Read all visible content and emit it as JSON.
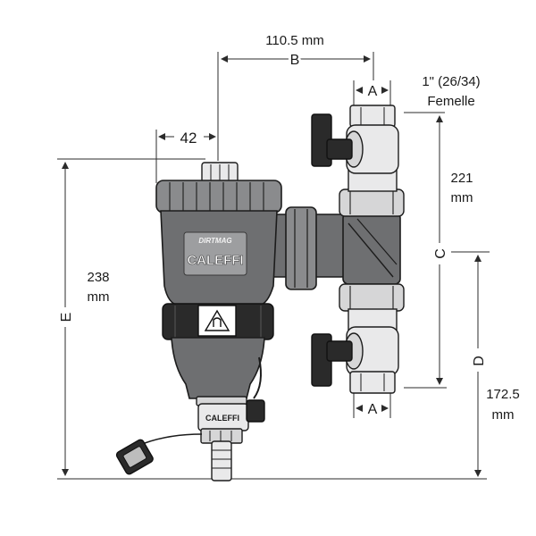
{
  "labels": {
    "dim_b_value": "110.5 mm",
    "dim_b_letter": "B",
    "dim_42": "42",
    "dim_a_top": "A",
    "dim_a_bottom": "A",
    "conn_line1": "1\" (26/34)",
    "conn_line2": "Femelle",
    "dim_221_line1": "221",
    "dim_221_line2": "mm",
    "dim_c": "C",
    "dim_238_line1": "238",
    "dim_238_line2": "mm",
    "dim_e": "E",
    "dim_d": "D",
    "dim_1725_line1": "172.5",
    "dim_1725_line2": "mm",
    "brand_logo_top": "DIRTMAG",
    "brand_logo": "CALEFFI",
    "brand_valve": "CALEFFI"
  },
  "colors": {
    "body_grey": "#6e6f71",
    "metal": "#e9e9ea",
    "handle_black": "#2a2a2a",
    "dimension_line": "#2b2b2b"
  }
}
